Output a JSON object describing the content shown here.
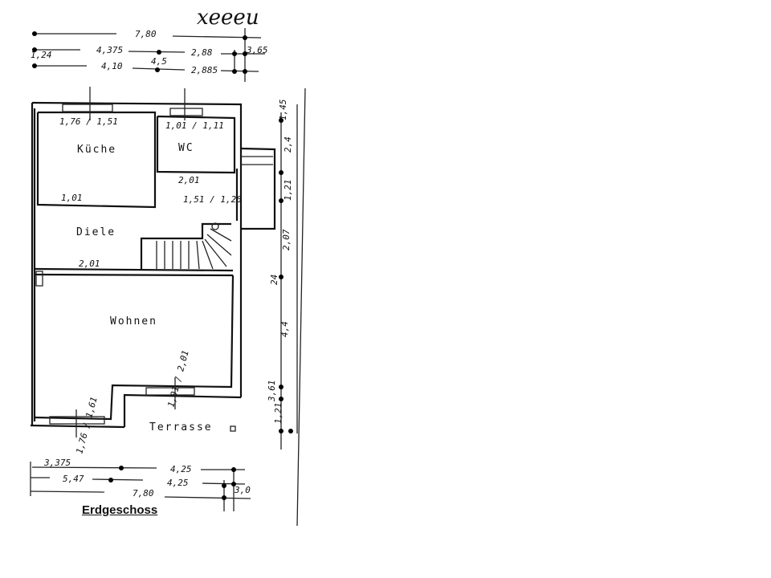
{
  "signature": "xeeeu",
  "title": "Erdgeschoss",
  "rooms": {
    "kitchen": "Küche",
    "wc": "WC",
    "hall": "Diele",
    "living": "Wohnen",
    "terrace": "Terrasse"
  },
  "dimensions": {
    "top": {
      "total": "7,80",
      "row2_a": "1,24",
      "row2_b": "4,375",
      "row2_c": "2,88",
      "row2_d": "3,65",
      "row3_a": "4,10",
      "row3_b": "4,5",
      "row3_c": "2,885"
    },
    "windows": {
      "kitchen": "1,76 / 1,51",
      "wc": "1,01 / 1,11",
      "door_wc": "2,01",
      "door_kitchen": "1,01",
      "door_living": "2,01",
      "living_south": "1,76 / 1,61",
      "living_east": "1,01 / 2,01",
      "side_door": "1,51 / 1,26"
    },
    "right": {
      "a": "1,45",
      "b": "2,4",
      "c": "1,21",
      "d": "2,07",
      "e": "24",
      "f": "4,4",
      "g": "3,61",
      "h": "1,21"
    },
    "bottom": {
      "a": "3,375",
      "b": "4,25",
      "c": "5,47",
      "d": "4,25",
      "total": "7,80",
      "e": "3,0"
    }
  }
}
